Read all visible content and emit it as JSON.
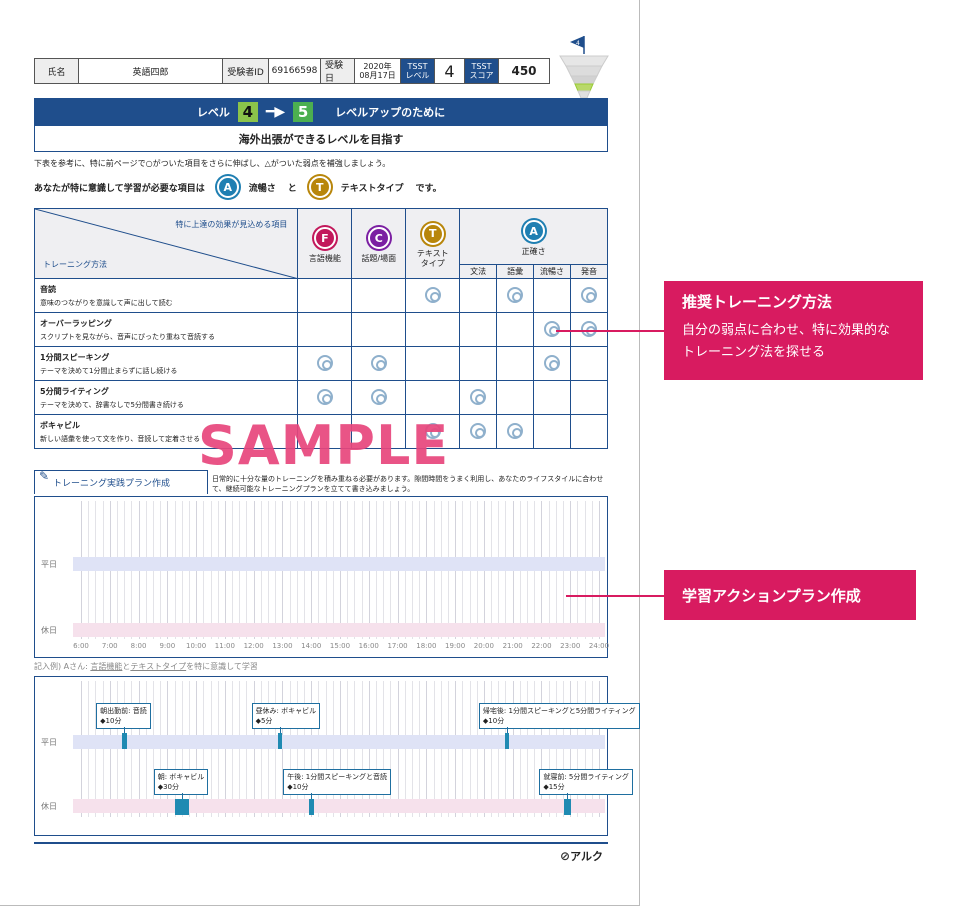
{
  "header": {
    "name_label": "氏名",
    "name_value": "英語四郎",
    "id_label": "受験者ID",
    "id_value": "69166598",
    "date_label": "受験日",
    "date_year": "2020年",
    "date_md": "08月17日",
    "level_label_1": "TSST",
    "level_label_2": "レベル",
    "level_value": "4",
    "score_label_1": "TSST",
    "score_label_2": "スコア",
    "score_value": "450",
    "flag_number": "4"
  },
  "banner": {
    "prefix": "レベル",
    "from": "4",
    "to": "5",
    "suffix": "レベルアップのために",
    "goal": "海外出張ができるレベルを目指す"
  },
  "intro_note": "下表を参考に、特に前ページで○がついた項目をさらに伸ばし、△がついた弱点を補強しましょう。",
  "focus": {
    "text_before": "あなたが特に意識して学習が必要な項目は",
    "item1_letter": "A",
    "item1_label": "流暢さ",
    "joiner": "と",
    "item2_letter": "T",
    "item2_label": "テキストタイプ",
    "text_after": "です。",
    "colors": {
      "A": "#1f7fb2",
      "T": "#b8860b",
      "F": "#c2185b",
      "C": "#7b1fa2"
    }
  },
  "table": {
    "corner_top": "特に上達の効果が見込める項目",
    "corner_bottom": "トレーニング方法",
    "cols": [
      {
        "letter": "F",
        "label": "言語機能"
      },
      {
        "letter": "C",
        "label": "話題/場面"
      },
      {
        "letter": "T",
        "label": "テキスト\nタイプ"
      }
    ],
    "accuracy": {
      "letter": "A",
      "label": "正確さ",
      "sub": [
        "文法",
        "語彙",
        "流暢さ",
        "発音"
      ]
    },
    "rows": [
      {
        "title": "音読",
        "desc": "意味のつながりを意識して声に出して読む",
        "marks": [
          0,
          0,
          1,
          0,
          1,
          0,
          1
        ]
      },
      {
        "title": "オーバーラッピング",
        "desc": "スクリプトを見ながら、音声にぴったり重ねて音読する",
        "marks": [
          0,
          0,
          0,
          0,
          0,
          1,
          1
        ]
      },
      {
        "title": "1分間スピーキング",
        "desc": "テーマを決めて1分間止まらずに話し続ける",
        "marks": [
          1,
          1,
          0,
          0,
          0,
          1,
          0
        ]
      },
      {
        "title": "5分間ライティング",
        "desc": "テーマを決めて、辞書なしで5分間書き続ける",
        "marks": [
          1,
          1,
          0,
          1,
          0,
          0,
          0
        ]
      },
      {
        "title": "ボキャビル",
        "desc": "新しい語彙を使って文を作り、音読して定着させる",
        "marks": [
          0,
          0,
          1,
          1,
          1,
          0,
          0
        ]
      }
    ]
  },
  "watermark": "SAMPLE",
  "plan": {
    "tab_label": "トレーニング実践プラン作成",
    "note": "日常的に十分な量のトレーニングを積み重ねる必要があります。隙間時間をうまく利用し、あなたのライフスタイルに合わせて、継続可能なトレーニングプランを立てて書き込みましょう。",
    "weekday": "平日",
    "holiday": "休日",
    "hours": [
      "6:00",
      "7:00",
      "8:00",
      "9:00",
      "10:00",
      "11:00",
      "12:00",
      "13:00",
      "14:00",
      "15:00",
      "16:00",
      "17:00",
      "18:00",
      "19:00",
      "20:00",
      "21:00",
      "22:00",
      "23:00",
      "24:00"
    ]
  },
  "example": {
    "prefix": "記入例) Aさん: ",
    "u1": "言語機能",
    "mid": "と",
    "u2": "テキストタイプ",
    "suffix": "を特に意識して学習",
    "weekday_items": [
      {
        "line1": "朝出勤前: 音読",
        "line2": "◆10分",
        "start": 7.5,
        "dur": 10
      },
      {
        "line1": "昼休み: ボキャビル",
        "line2": "◆5分",
        "start": 12.9,
        "dur": 5
      },
      {
        "line1": "帰宅後: 1分間スピーキングと5分間ライティング",
        "line2": "◆10分",
        "start": 20.8,
        "dur": 10
      }
    ],
    "holiday_items": [
      {
        "line1": "朝: ボキャビル",
        "line2": "◆30分",
        "start": 9.5,
        "dur": 30
      },
      {
        "line1": "午後: 1分間スピーキングと音読",
        "line2": "◆10分",
        "start": 14.0,
        "dur": 10
      },
      {
        "line1": "就寝前: 5分間ライティング",
        "line2": "◆15分",
        "start": 22.9,
        "dur": 15
      }
    ]
  },
  "logo": "アルク",
  "annotations": {
    "a1_title": "推奨トレーニング方法",
    "a1_line1": "自分の弱点に合わせ、特に効果的な",
    "a1_line2": "トレーニング法を探せる",
    "a2_title": "学習アクションプラン作成"
  }
}
